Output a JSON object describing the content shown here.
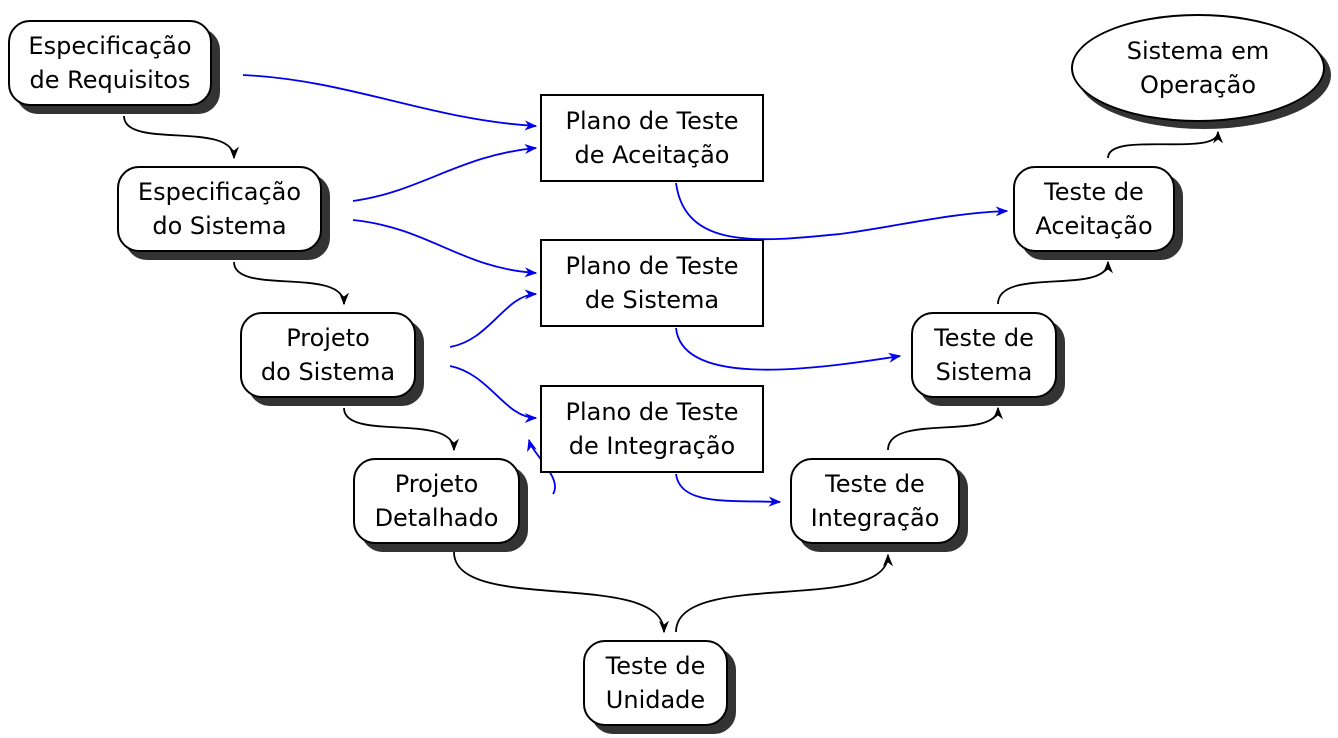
{
  "nodes": {
    "especificacao_requisitos": [
      "Especificação",
      "de Requisitos"
    ],
    "especificacao_sistema": [
      "Especificação",
      "do Sistema"
    ],
    "projeto_sistema": [
      "Projeto",
      "do Sistema"
    ],
    "projeto_detalhado": [
      "Projeto",
      "Detalhado"
    ],
    "teste_unidade": [
      "Teste de",
      "Unidade"
    ],
    "teste_integracao": [
      "Teste de",
      "Integração"
    ],
    "teste_sistema": [
      "Teste de",
      "Sistema"
    ],
    "teste_aceitacao": [
      "Teste de",
      "Aceitação"
    ],
    "sistema_operacao": [
      "Sistema em",
      "Operação"
    ],
    "plano_aceitacao": [
      "Plano de Teste",
      "de Aceitação"
    ],
    "plano_sistema": [
      "Plano de Teste",
      "de Sistema"
    ],
    "plano_integracao": [
      "Plano de Teste",
      "de Integração"
    ]
  },
  "colors": {
    "flow_edge": "#000000",
    "plan_edge": "#0000ee",
    "shadow": "#333333"
  }
}
